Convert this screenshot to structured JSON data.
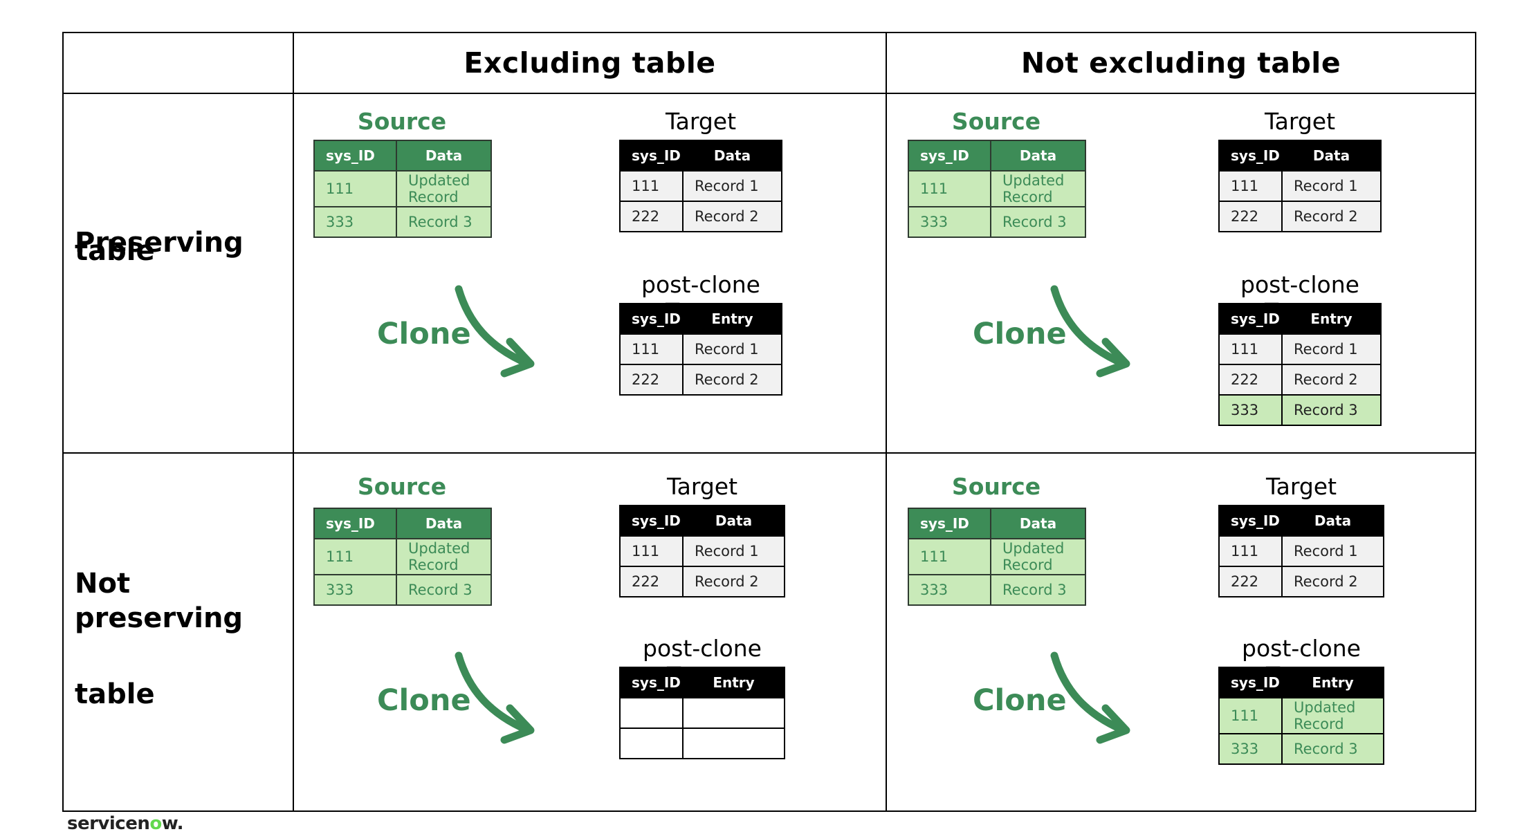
{
  "columns": [
    "Excluding table",
    "Not excluding table"
  ],
  "rows": [
    {
      "label_line1": "Preserving",
      "label_line2": "table"
    },
    {
      "label_line1": "Not preserving",
      "label_line2": "table"
    }
  ],
  "labels": {
    "source": "Source",
    "target": "Target",
    "post_clone": "post-clone Target",
    "clone": "Clone",
    "col_id": "sys_ID",
    "col_data": "Data",
    "col_entry": "Entry"
  },
  "source_rows": [
    [
      "111",
      "Updated Record"
    ],
    [
      "333",
      "Record 3"
    ]
  ],
  "target_rows": [
    [
      "111",
      "Record 1"
    ],
    [
      "222",
      "Record 2"
    ]
  ],
  "post_clone": {
    "preserve_exclude": [
      [
        "111",
        "Record 1"
      ],
      [
        "222",
        "Record 2"
      ]
    ],
    "preserve_noexclude": [
      [
        "111",
        "Record 1"
      ],
      [
        "222",
        "Record 2"
      ],
      [
        "333",
        "Record 3"
      ]
    ],
    "nopreserve_exclude": [
      [
        "",
        ""
      ],
      [
        "",
        ""
      ]
    ],
    "nopreserve_noexclude": [
      [
        "111",
        "Updated Record"
      ],
      [
        "333",
        "Record 3"
      ]
    ]
  },
  "logo": {
    "pre": "servicen",
    "o": "o",
    "post": "w."
  },
  "colors": {
    "green": "#3c8b57",
    "green_header": "#3d8c57",
    "green_fill": "#c9eab9",
    "black": "#000000"
  }
}
